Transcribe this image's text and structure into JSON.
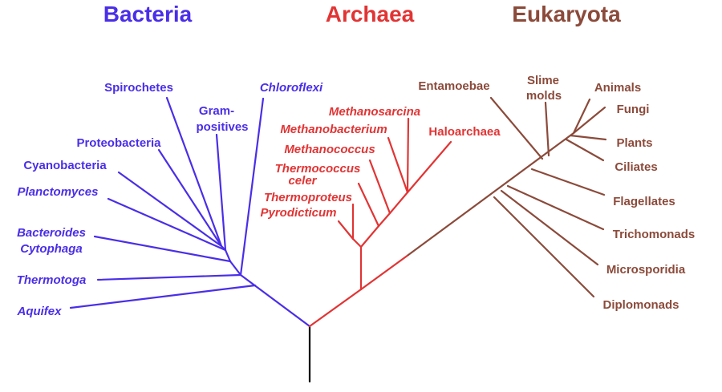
{
  "colors": {
    "bacteria": "#4a2ee8",
    "archaea": "#e23434",
    "eukaryota": "#8b4a3a",
    "root": "#000000"
  },
  "domains": {
    "bacteria": "Bacteria",
    "archaea": "Archaea",
    "eukaryota": "Eukaryota"
  },
  "bacteria": {
    "spirochetes": "Spirochetes",
    "gram_1": "Gram-",
    "gram_2": "positives",
    "chloroflexi": "Chloroflexi",
    "proteobacteria": "Proteobacteria",
    "cyanobacteria": "Cyanobacteria",
    "planctomyces": "Planctomyces",
    "bacteroides": "Bacteroides",
    "cytophaga": "Cytophaga",
    "thermotoga": "Thermotoga",
    "aquifex": "Aquifex"
  },
  "archaea": {
    "methanosarcina": "Methanosarcina",
    "methanobacterium": "Methanobacterium",
    "haloarchaea": "Haloarchaea",
    "methanococcus": "Methanococcus",
    "thermococcus": "Thermococcus",
    "celer": "celer",
    "thermoproteus": "Thermoproteus",
    "pyrodicticum": "Pyrodicticum"
  },
  "eukaryota": {
    "entamoebae": "Entamoebae",
    "slime_1": "Slime",
    "slime_2": "molds",
    "animals": "Animals",
    "fungi": "Fungi",
    "plants": "Plants",
    "ciliates": "Ciliates",
    "flagellates": "Flagellates",
    "trichomonads": "Trichomonads",
    "microsporidia": "Microsporidia",
    "diplomonads": "Diplomonads"
  }
}
